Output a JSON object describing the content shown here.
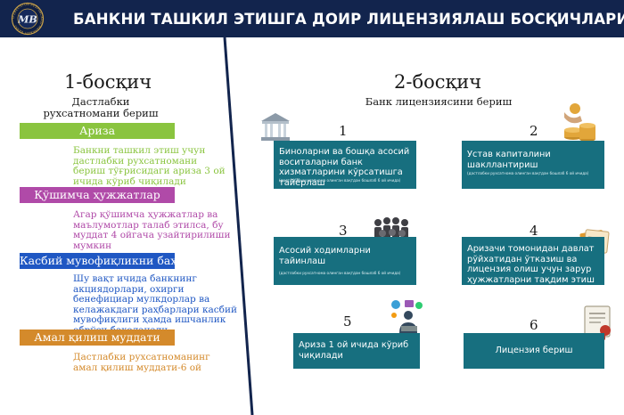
{
  "header": {
    "title": "БАНКНИ ТАШКИЛ ЭТИШГА ДОИР ЛИЦЕНЗИЯЛАШ БОСҚИЧЛАРИ",
    "logo_ring_text": "O'ZBEKISTON RESPUBLIKASI MARKAZIY BANKI",
    "logo_mark": "MB",
    "colors": {
      "navy": "#12244d",
      "gold": "#c9a24a"
    }
  },
  "stage1": {
    "title": "1-босқич",
    "subtitle": "Дастлабки рухсатномани бериш",
    "steps": [
      {
        "label": "Ариза",
        "color": "#8ac43f",
        "text_color": "#8ac43f",
        "text": "Банкни ташкил этиш учун дастлабки рухсатномани бериш тўғрисидаги ариза 3 ой ичида кўриб чиқилади"
      },
      {
        "label": "Қўшимча ҳужжатлар",
        "color": "#b04aa8",
        "text_color": "#b04aa8",
        "text": "Агар қўшимча ҳужжатлар ва маълумотлар талаб этилса, бу муддат 4 ойгача узайтирилиши мумкин"
      },
      {
        "label": "Касбий мувофиқликни баҳолаш",
        "color": "#1f57c3",
        "text_color": "#1f57c3",
        "text": "Шу вақт ичида банкнинг акциядорлари, охирги бенефициар мулкдорлар ва келажакдаги раҳбарлари касбий мувофиқлиги ҳамда ишчанлик обрўси баҳоланади"
      },
      {
        "label": "Амал қилиш муддати",
        "color": "#d48a2b",
        "text_color": "#d48a2b",
        "text": "Дастлабки рухсатноманинг амал қилиш муддати-6 ой"
      }
    ]
  },
  "stage2": {
    "title": "2-босқич",
    "subtitle": "Банк лицензиясини бериш",
    "box_color": "#176f7f",
    "steps": [
      {
        "num": "1",
        "text": "Биноларни ва бошқа асосий воситаларни банк хизматларини кўрсатишга тайёрлаш",
        "note": "(дастлабки рухсатнома олинган вақтдан бошлаб 6 ой ичида)",
        "icon": "bank-building-icon"
      },
      {
        "num": "2",
        "text": "Устав капиталини шакллантириш",
        "note": "(дастлабки рухсатнома олинган вақтдан бошлаб 6 ой ичида)",
        "icon": "coins-hand-icon"
      },
      {
        "num": "3",
        "text": "Асосий ходимларни тайинлаш",
        "note": "(дастлабки рухсатнома олинган вақтдан бошлаб 6 ой ичида)",
        "icon": "staff-group-icon"
      },
      {
        "num": "4",
        "text": "Аризачи томонидан давлат рўйхатидан ўтказиш ва лицензия олиш учун зарур ҳужжатларни тақдим этиш",
        "note": "",
        "icon": "documents-icon"
      },
      {
        "num": "5",
        "text": "Ариза 1 ой ичида кўриб чиқилади",
        "note": "",
        "icon": "review-person-icon"
      },
      {
        "num": "6",
        "text": "Лицензия бериш",
        "note": "",
        "icon": "certificate-icon"
      }
    ]
  }
}
